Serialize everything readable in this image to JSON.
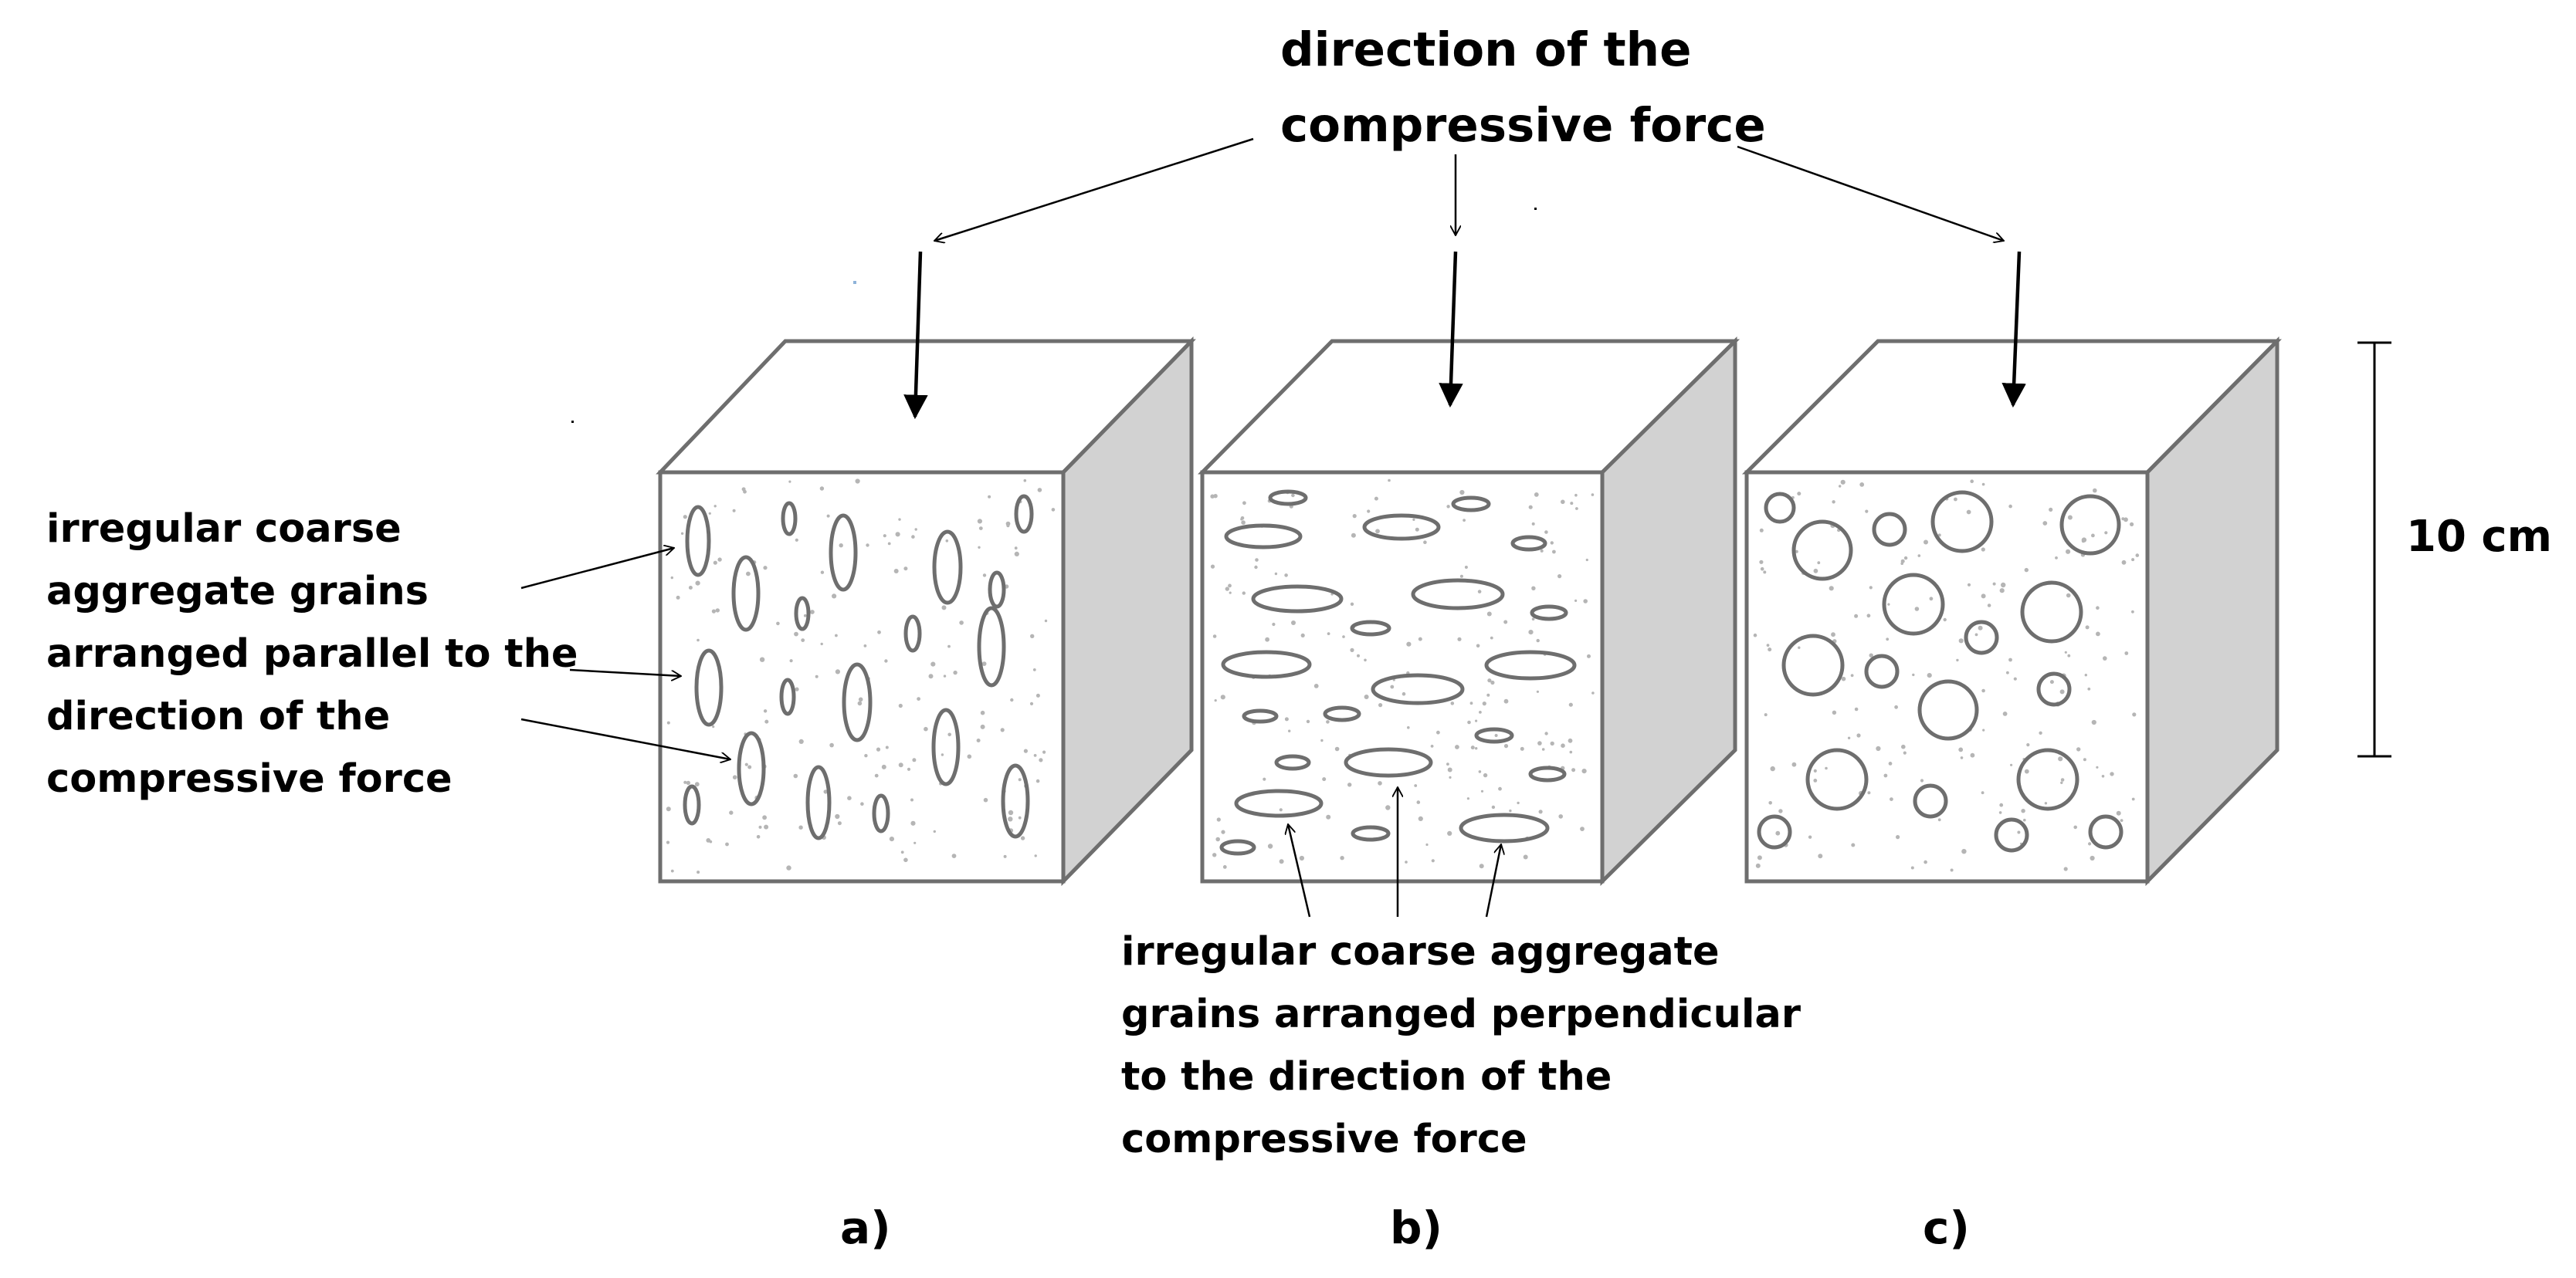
{
  "title_lines": [
    "direction of the",
    "compressive force"
  ],
  "left_annotation_lines": [
    "irregular coarse",
    "aggregate grains",
    "arranged parallel to the",
    "direction of the",
    "compressive force"
  ],
  "bottom_annotation_lines": [
    "irregular coarse aggregate",
    "grains arranged perpendicular",
    "to the direction of the",
    "compressive force"
  ],
  "dimension_label": "10 cm",
  "panel_captions": [
    "a)",
    "b)",
    "c)"
  ],
  "colors": {
    "ink": "#000000",
    "cube_outline": "#6e6e6e",
    "cube_front": "#ffffff",
    "cube_top": "#ffffff",
    "cube_side": "#d2d2d2",
    "speckle": "#b5b5b5"
  }
}
